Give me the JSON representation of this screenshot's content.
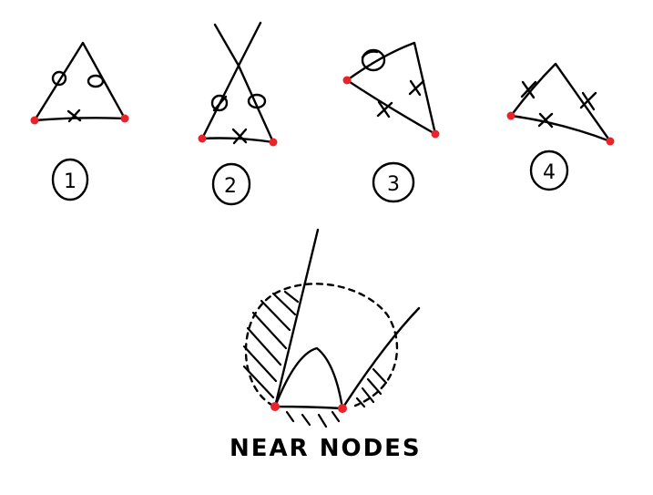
{
  "colors": {
    "stroke": "#000000",
    "node": "#e8232a",
    "background": "#ffffff"
  },
  "diagrams": [
    {
      "number": "1",
      "mark_left": "circle",
      "mark_right": "circle",
      "mark_base": "cross"
    },
    {
      "number": "2",
      "mark_left": "circle",
      "mark_right": "circle",
      "mark_base": "cross"
    },
    {
      "number": "3",
      "mark_left": "circle",
      "mark_right": "cross",
      "mark_base": "cross"
    },
    {
      "number": "4",
      "mark_left": "cross",
      "mark_right": "cross",
      "mark_base": "cross"
    }
  ],
  "caption": "NEAR NODES"
}
